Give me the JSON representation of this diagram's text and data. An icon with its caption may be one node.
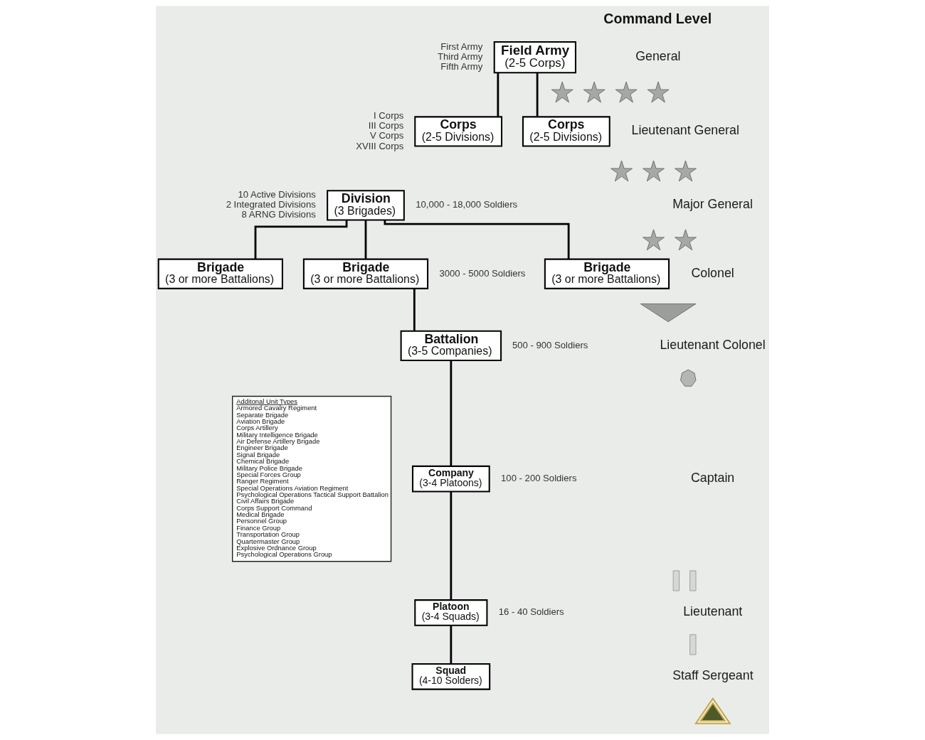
{
  "diagram": {
    "nodes": [
      {
        "text": [
          "Field Army",
          "(2-5 Corps)"
        ],
        "beside": [
          "First Army",
          "Third Army",
          "Fifth Army"
        ]
      },
      {
        "text": [
          "Corps",
          "(2-5 Divisions)"
        ],
        "beside": [
          "I Corps",
          "III Corps",
          "V Corps",
          "XVIII Corps"
        ]
      },
      {
        "text": [
          "Corps",
          "(2-5 Divisions)"
        ]
      },
      {
        "text": [
          "Division",
          "(3 Brigades)"
        ],
        "beside": [
          "10 Active Divisions",
          "2 Integrated Divisions",
          "8 ARNG Divisions",
          "10,000 - 18,000 Soldiers"
        ]
      },
      {
        "text": [
          "Brigade",
          "(3 or more Battalions)"
        ]
      },
      {
        "text": [
          "Brigade",
          "(3 or more Battalions)"
        ],
        "beside": [
          "3000 - 5000 Soldiers"
        ]
      },
      {
        "text": [
          "Brigade",
          "(3 or more Battalions)"
        ]
      },
      {
        "text": [
          "Additonal Unit Types",
          "Armored Cavalry Regiment",
          "Separate Brigade",
          "Aviation Brigade",
          "Corps Artillery",
          "Military Intelligence Brigade",
          "Air Defense Artillery Brigade",
          "Engineer Brigade",
          "Signal Brigade",
          "Chemical Brigade",
          "Military Police Brigade",
          "Special Forces Group",
          "Ranger Regiment",
          "Special Operations Aviation Regiment",
          "Psychological Operations Tactical Support Battalion",
          "Civil Affairs Brigade",
          "Corps Support Command",
          "Medical Brigade",
          "Personnel Group",
          "Finance Group",
          "Transportation Group",
          "Quartermaster Group",
          "Explosive Ordnance Group",
          "Psychological Operations Group"
        ]
      },
      {
        "text": [
          "Battalion",
          "(3-5 Companies)"
        ],
        "beside": [
          "500 - 900 Soldiers"
        ]
      },
      {
        "text": [
          "Company",
          "(3-4 Platoons)"
        ],
        "beside": [
          "100 - 200 Soldiers"
        ]
      },
      {
        "text": [
          "Platoon",
          "(3-4 Squads)"
        ],
        "beside": [
          "16 - 40 Soldiers"
        ]
      },
      {
        "text": [
          "Squad",
          "(4-10 Solders)"
        ]
      },
      {
        "text": [],
        "shape": "star"
      },
      {
        "text": [],
        "shape": "star"
      },
      {
        "text": [],
        "shape": "star"
      },
      {
        "text": [],
        "shape": "star"
      },
      {
        "text": [],
        "shape": "star"
      },
      {
        "text": [],
        "shape": "star"
      },
      {
        "text": [],
        "shape": "star"
      },
      {
        "text": [],
        "shape": "star"
      },
      {
        "text": [],
        "shape": "star"
      },
      {
        "text": [],
        "shape": "picture"
      },
      {
        "text": [],
        "shape": "picture"
      },
      {
        "text": [],
        "shape": "bar"
      },
      {
        "text": [],
        "shape": "bar"
      },
      {
        "text": [],
        "shape": "bar"
      },
      {
        "text": [],
        "shape": "picture"
      }
    ],
    "edges": [
      {
        "from": 0,
        "to": 1,
        "arrow": "none"
      },
      {
        "from": 0,
        "to": 2,
        "arrow": "none"
      },
      {
        "from": 3,
        "to": 4,
        "arrow": "none"
      },
      {
        "from": 3,
        "to": 5,
        "arrow": "none"
      },
      {
        "from": 3,
        "to": 6,
        "arrow": "none"
      },
      {
        "from": 5,
        "to": 8,
        "arrow": "none"
      },
      {
        "from": 8,
        "to": 9,
        "arrow": "none"
      },
      {
        "from": 9,
        "to": 10,
        "arrow": "none"
      },
      {
        "from": 10,
        "to": 11,
        "arrow": "none"
      }
    ],
    "labels": [
      "Command Level",
      "General",
      "Lieutenant General",
      "Major General",
      "Colonel",
      "Lieutenant Colonel",
      "Captain",
      "Lieutenant",
      "Staff Sergeant"
    ]
  }
}
